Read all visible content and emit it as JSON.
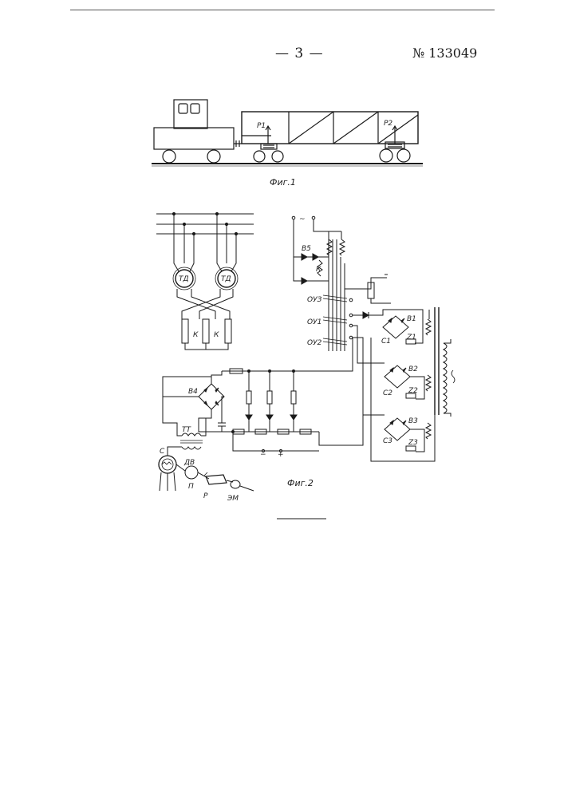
{
  "header": {
    "page_number": "— 3 —",
    "patent_number": "№ 133049"
  },
  "figures": {
    "fig1": {
      "caption": "Фиг.1",
      "labels": {
        "p1": "P1",
        "p2": "P2"
      }
    },
    "fig2": {
      "caption": "Фиг.2",
      "labels": {
        "td1": "ТД",
        "td2": "ТД",
        "k1": "К",
        "k2": "К",
        "ac_source": "~",
        "b5": "B5",
        "k": "К",
        "ou3": "ОУЗ",
        "ou1": "ОУ1",
        "ou2": "ОУ2",
        "b1": "B1",
        "c1": "C1",
        "z1": "Z1",
        "b2": "B2",
        "c2": "C2",
        "z2": "Z2",
        "b3": "B3",
        "c3": "C3",
        "z3": "Z3",
        "b4": "B4",
        "tt": "ТТ",
        "c": "С",
        "dv": "ДВ",
        "p": "П",
        "r": "Р",
        "em": "ЭМ",
        "minus": "−",
        "plus": "+"
      }
    }
  }
}
